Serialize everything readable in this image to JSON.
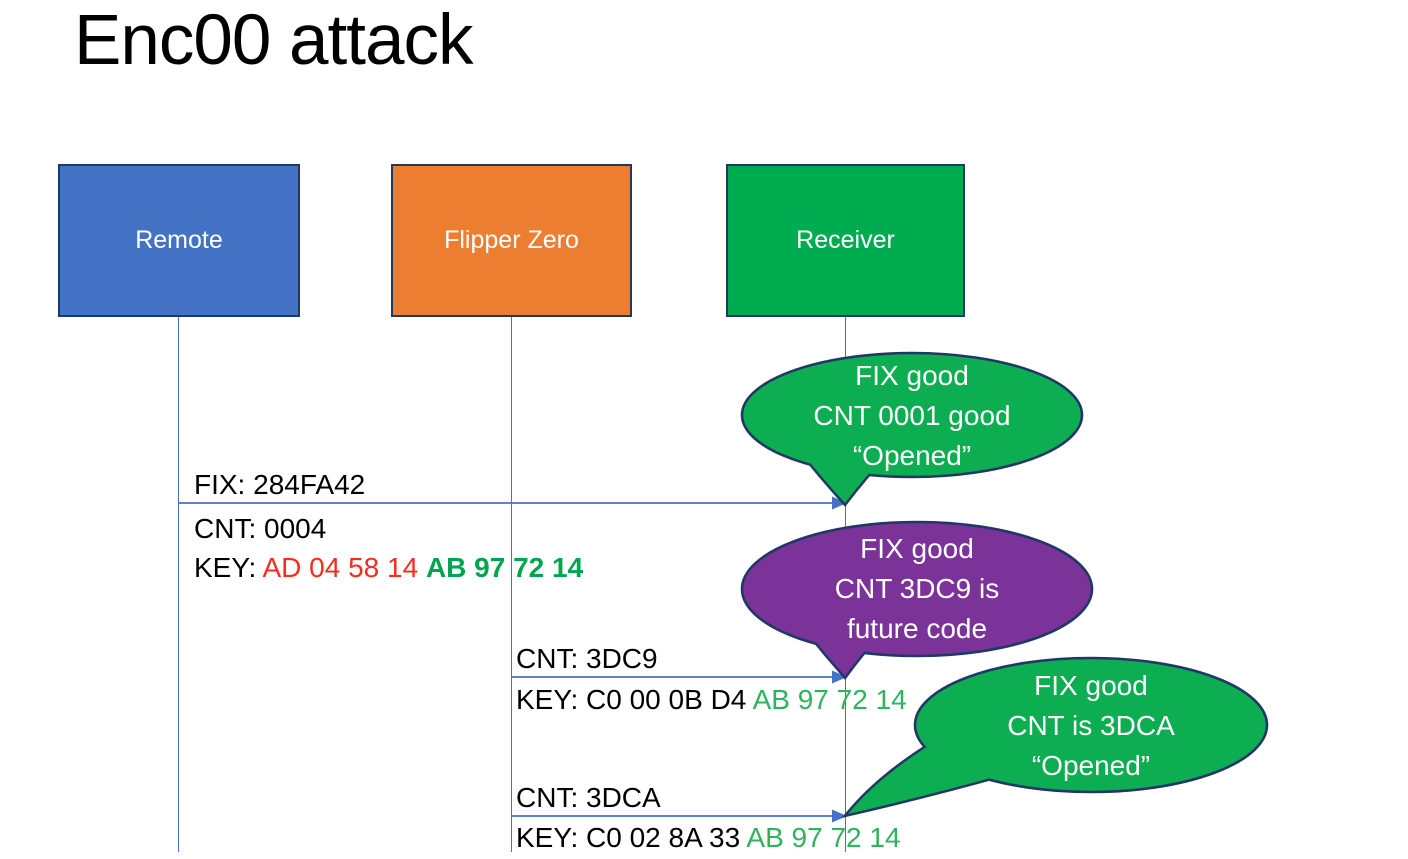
{
  "title": "Enc00 attack",
  "colors": {
    "actor-blue": "#4472C4",
    "actor-orange": "#ED7D31",
    "actor-green": "#00AC50",
    "bubble-green": "#0DAD51",
    "bubble-purple": "#7B3399",
    "shape-border": "#1F3864",
    "arrow-blue": "#4472C4",
    "text-black": "#000000",
    "text-red": "#F52C1F",
    "text-green-bold": "#00A64E",
    "text-green": "#2EB45C",
    "text-white": "#FFFFFF"
  },
  "actors": [
    {
      "label": "Remote"
    },
    {
      "label": "Flipper Zero"
    },
    {
      "label": "Receiver"
    }
  ],
  "messages": [
    {
      "above": "FIX: 284FA42",
      "line2": "CNT: 0004",
      "key_prefix": "KEY: ",
      "key_red": "AD 04 58 14 ",
      "key_green": "AB 97 72 14"
    },
    {
      "above": "CNT: 3DC9",
      "key_prefix": "KEY: C0 00 0B D4 ",
      "key_green": "AB 97 72 14"
    },
    {
      "above": "CNT: 3DCA",
      "key_prefix": "KEY: C0 02 8A 33 ",
      "key_green": "AB 97 72 14"
    }
  ],
  "callouts": [
    {
      "lines": [
        "FIX good",
        "CNT 0001 good",
        "“Opened”"
      ],
      "color": "green"
    },
    {
      "lines": [
        "FIX good",
        "CNT 3DC9 is",
        "future code"
      ],
      "color": "purple"
    },
    {
      "lines": [
        "FIX good",
        "CNT is 3DCA",
        "“Opened”"
      ],
      "color": "green"
    }
  ]
}
